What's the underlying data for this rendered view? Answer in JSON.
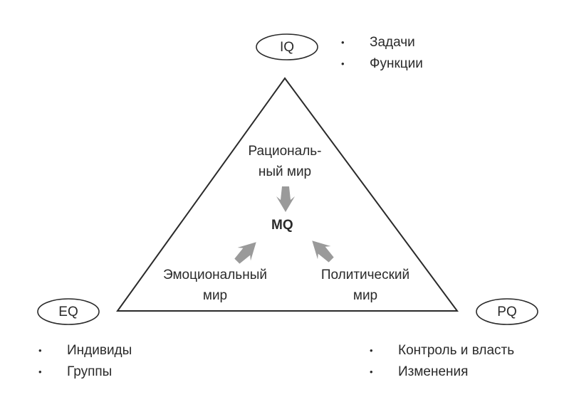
{
  "nodes": {
    "iq": "IQ",
    "eq": "EQ",
    "pq": "PQ",
    "center": "MQ"
  },
  "worlds": {
    "rational": [
      "Рациональ-",
      "ный мир"
    ],
    "emotional": [
      "Эмоциональный",
      "мир"
    ],
    "political": [
      "Политический",
      "мир"
    ]
  },
  "lists": {
    "iq": [
      "Задачи",
      "Функции"
    ],
    "eq": [
      "Индивиды",
      "Группы"
    ],
    "pq": [
      "Контроль и власть",
      "Изменения"
    ]
  },
  "colors": {
    "line": "#2a2a2a",
    "arrow": "#9a9a9a"
  }
}
